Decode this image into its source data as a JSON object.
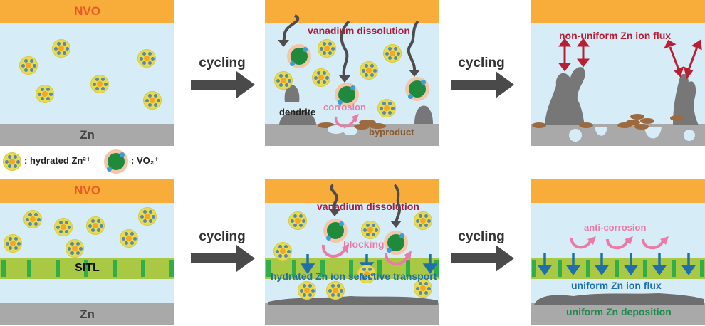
{
  "labels": {
    "cathode": "NVO",
    "anode": "Zn",
    "interlayer": "SITL",
    "cycling": "cycling"
  },
  "legend": {
    "hydrated_zn": ": hydrated Zn²⁺",
    "vo2": ": VO₂⁺"
  },
  "top_row": {
    "panel2": {
      "vanadium": "vanadium dissolution",
      "dendrite": "dendrite",
      "corrosion": "corrosion",
      "byproduct": "byproduct"
    },
    "panel3": {
      "flux": "non-uniform Zn ion flux"
    }
  },
  "bottom_row": {
    "panel2": {
      "vanadium": "vanadium dissolution",
      "blocking": "blocking",
      "transport": "hydrated Zn ion selective transport"
    },
    "panel3": {
      "anticorrosion": "anti-corrosion",
      "flux": "uniform Zn ion flux",
      "deposition": "uniform Zn deposition"
    }
  },
  "colors": {
    "cathode": "#f8ac3a",
    "electrolyte": "#d6edf7",
    "anode": "#a9a9a9",
    "interlayer": "#a9c944",
    "vanadium_text": "#a3213f",
    "pink": "#ec7aa6",
    "blue": "#1f6fad",
    "green": "#1f8a4c"
  }
}
